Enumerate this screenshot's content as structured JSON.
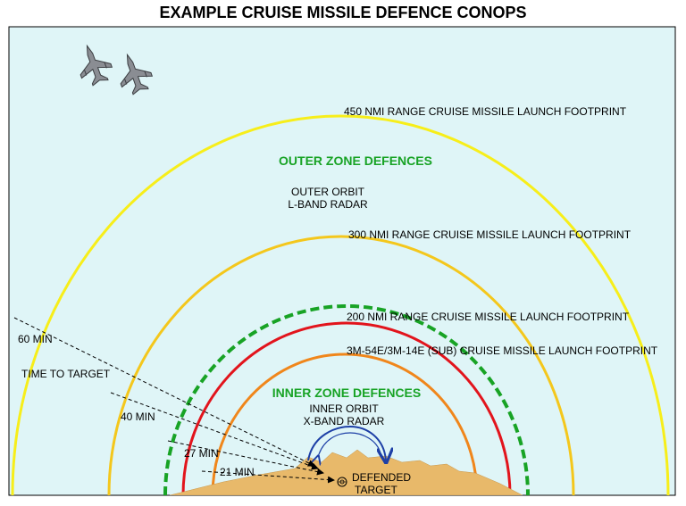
{
  "title": "EXAMPLE CRUISE MISSILE DEFENCE CONOPS",
  "colors": {
    "sky": "#dff5f7",
    "ground": "#e8b96a",
    "ring_450": "#f7ee1a",
    "ring_300": "#f4c71c",
    "ring_200": "#e2141c",
    "ring_sub": "#f0861b",
    "outer_orbit": "#18a325",
    "zone_label": "#18a325",
    "inner_orbit": "#1d3fa6"
  },
  "icons": [
    "fighter-jet-icon",
    "fighter-jet-icon",
    "target-icon"
  ],
  "labels": {
    "ring_450": "450 NMI RANGE CRUISE MISSILE LAUNCH FOOTPRINT",
    "ring_300": "300 NMI RANGE CRUISE MISSILE LAUNCH FOOTPRINT",
    "ring_200": "200 NMI RANGE CRUISE MISSILE LAUNCH FOOTPRINT",
    "ring_sub": "3M-54E/3M-14E (SUB) CRUISE MISSILE LAUNCH FOOTPRINT",
    "outer_zone": "OUTER ZONE DEFENCES",
    "outer_orbit_1": "OUTER ORBIT",
    "outer_orbit_2": "L-BAND RADAR",
    "inner_zone": "INNER ZONE DEFENCES",
    "inner_orbit_1": "INNER ORBIT",
    "inner_orbit_2": "X-BAND RADAR",
    "time_to_target": "TIME TO TARGET",
    "min_60": "60 MIN",
    "min_40": "40 MIN",
    "min_27": "27 MIN",
    "min_21": "21 MIN",
    "target_1": "DEFENDED",
    "target_2": "TARGET"
  }
}
